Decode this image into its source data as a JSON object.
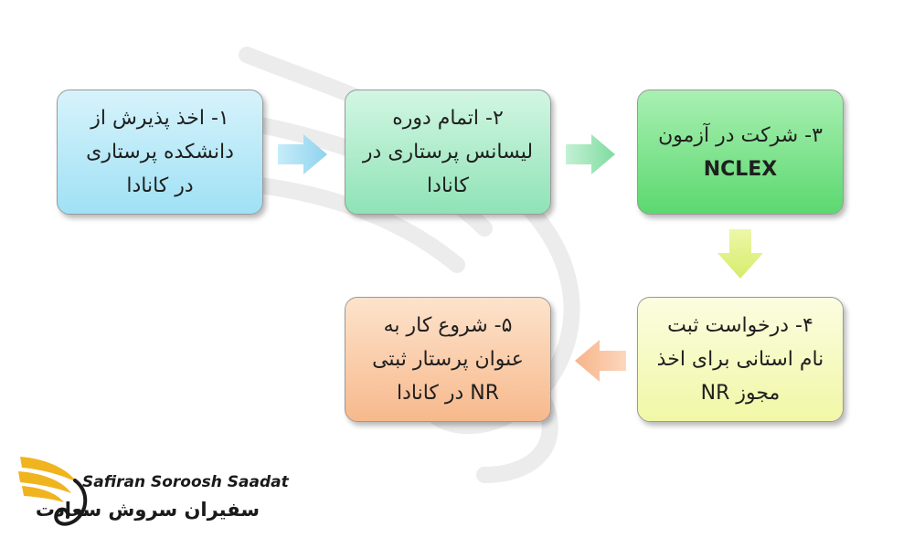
{
  "steps": {
    "s1": {
      "line1": "۱- اخذ پذیرش از",
      "line2": "دانشکده پرستاری",
      "line3": "در کانادا"
    },
    "s2": {
      "line1": "۲- اتمام دوره",
      "line2": "لیسانس پرستاری در",
      "line3": "کانادا"
    },
    "s3": {
      "line1": "۳- شرکت در آزمون",
      "line2": "NCLEX"
    },
    "s4": {
      "line1": "۴- درخواست ثبت",
      "line2": "نام استانی برای اخذ",
      "line3": "مجوز NR"
    },
    "s5": {
      "line1": "۵- شروع کار به",
      "line2": "عنوان پرستار ثبتی",
      "line3": "NR در کانادا"
    }
  },
  "colors": {
    "step1": "#9fe1f5",
    "step2": "#8fe3b6",
    "step3": "#5cd870",
    "step4": "#f1f7a6",
    "step5": "#f7b98c",
    "arrow1": "#8fd3ee",
    "arrow2": "#7fdca0",
    "arrow3": "#d6ec6a",
    "arrow4": "#f7b48a",
    "logo_wing": "#f0b41e"
  },
  "logo": {
    "name_en": "Safiran Soroosh Saadat",
    "name_fa": "سفیران سروش سعادت"
  }
}
